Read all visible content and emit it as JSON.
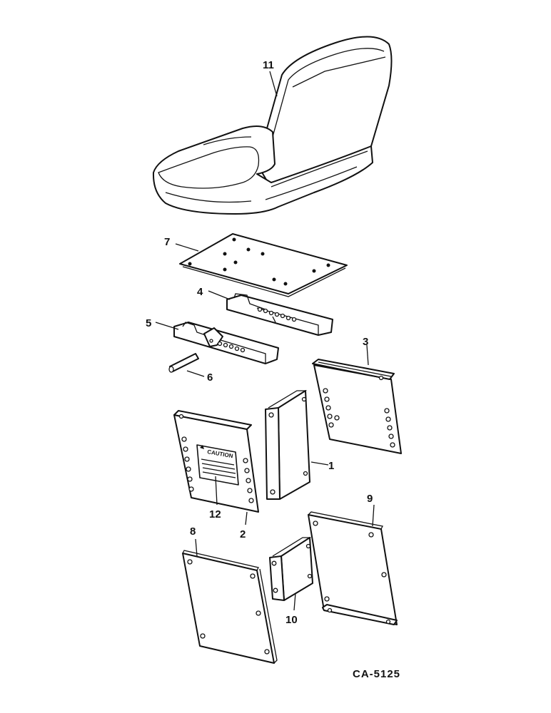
{
  "diagram": {
    "callouts": {
      "c1": "1",
      "c2": "2",
      "c3": "3",
      "c4": "4",
      "c5": "5",
      "c6": "6",
      "c7": "7",
      "c8": "8",
      "c9": "9",
      "c10": "10",
      "c11": "11",
      "c12": "12"
    },
    "caution_label": "CAUTION",
    "figure_code": "CA-5125"
  }
}
